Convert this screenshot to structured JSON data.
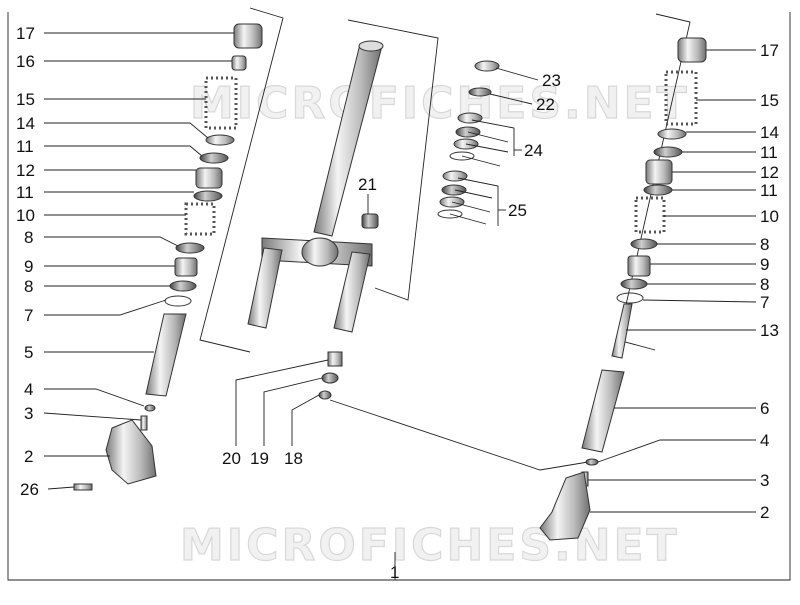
{
  "watermark": "MICROFICHES.NET",
  "assembly_number": "1",
  "callouts": {
    "left": [
      "17",
      "16",
      "15",
      "14",
      "11",
      "12",
      "11",
      "10",
      "8",
      "9",
      "8",
      "7",
      "5",
      "4",
      "3",
      "2",
      "26"
    ],
    "center": [
      "21",
      "20",
      "19",
      "18"
    ],
    "steering": [
      "23",
      "22",
      "24",
      "25"
    ],
    "right": [
      "17",
      "15",
      "14",
      "11",
      "12",
      "11",
      "10",
      "8",
      "9",
      "8",
      "7",
      "13",
      "6",
      "4",
      "3",
      "2"
    ]
  }
}
